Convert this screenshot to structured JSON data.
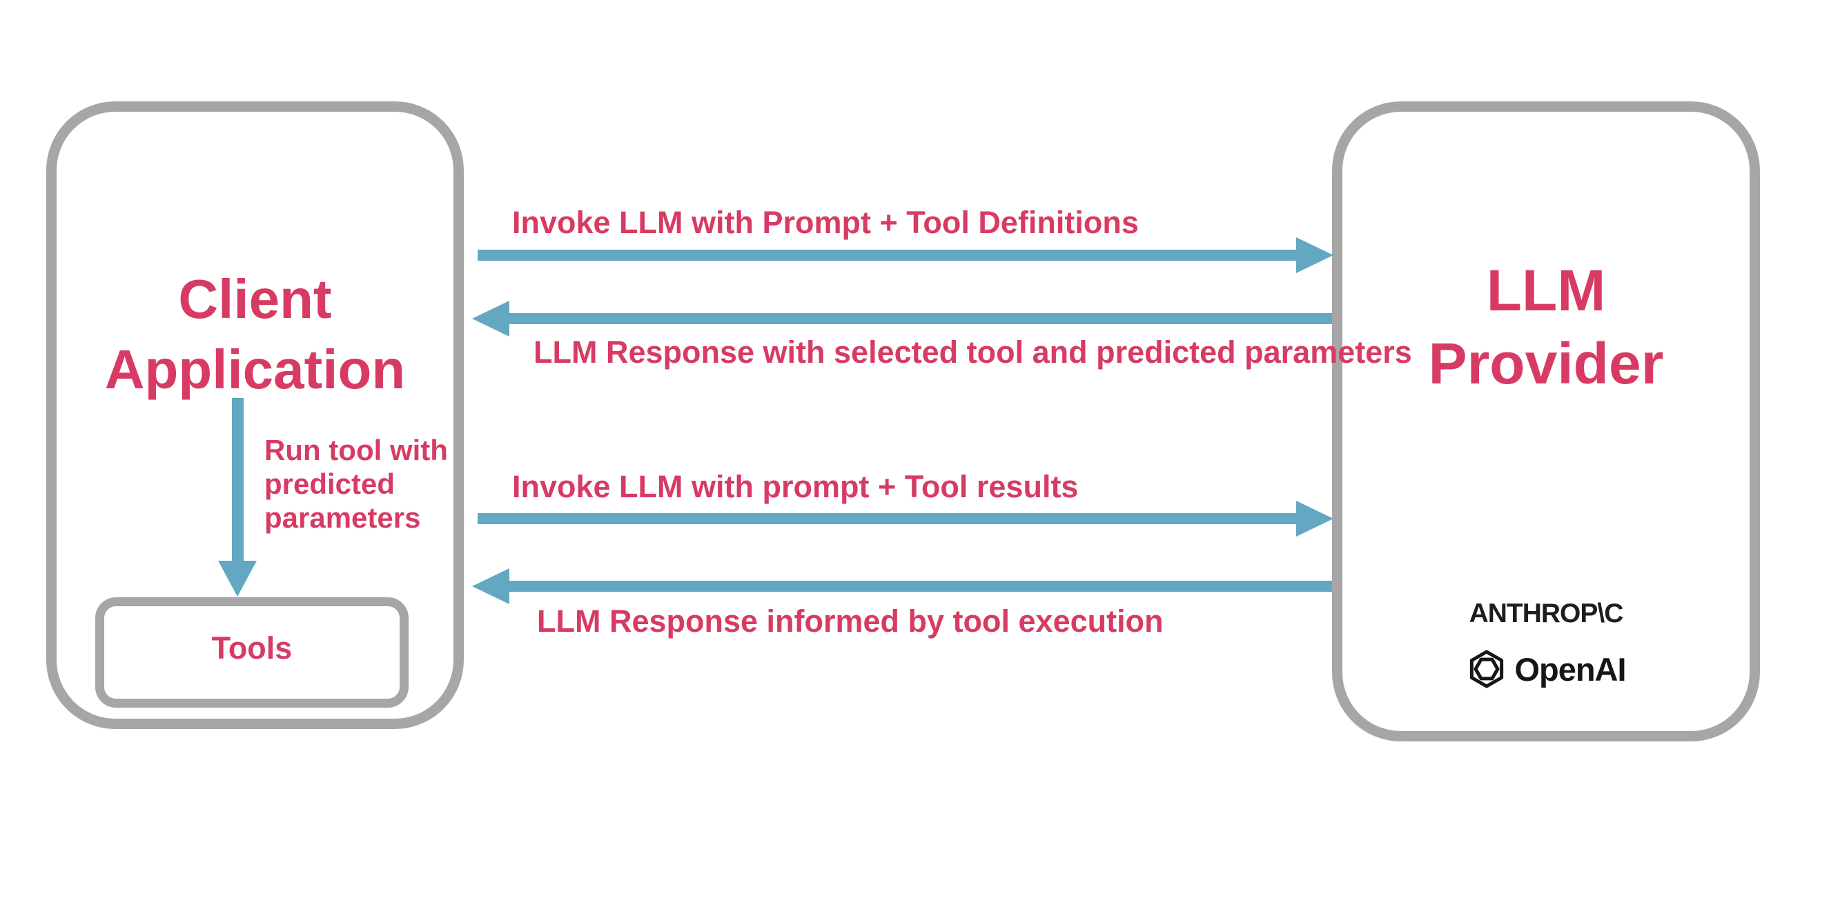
{
  "palette": {
    "accent_pink": "#d73b63",
    "arrow_blue": "#63a7c2",
    "box_gray": "#a6a6a6",
    "logo_dark": "#1e1d1b"
  },
  "client_box": {
    "title_line1": "Client",
    "title_line2": "Application",
    "run_tool_label_line1": "Run tool with",
    "run_tool_label_line2": "predicted",
    "run_tool_label_line3": "parameters",
    "tools_label": "Tools"
  },
  "llm_box": {
    "title_line1": "LLM",
    "title_line2": "Provider",
    "providers": [
      {
        "name": "anthropic",
        "wordmark": "ANTHROP\\C"
      },
      {
        "name": "openai",
        "wordmark": "OpenAI"
      }
    ]
  },
  "flows": [
    {
      "label": "Invoke LLM with Prompt + Tool Definitions",
      "direction": "right"
    },
    {
      "label": "LLM Response with selected tool and predicted parameters",
      "direction": "left"
    },
    {
      "label": "Invoke LLM with prompt + Tool results",
      "direction": "right"
    },
    {
      "label": "LLM Response informed by tool execution",
      "direction": "left"
    }
  ]
}
